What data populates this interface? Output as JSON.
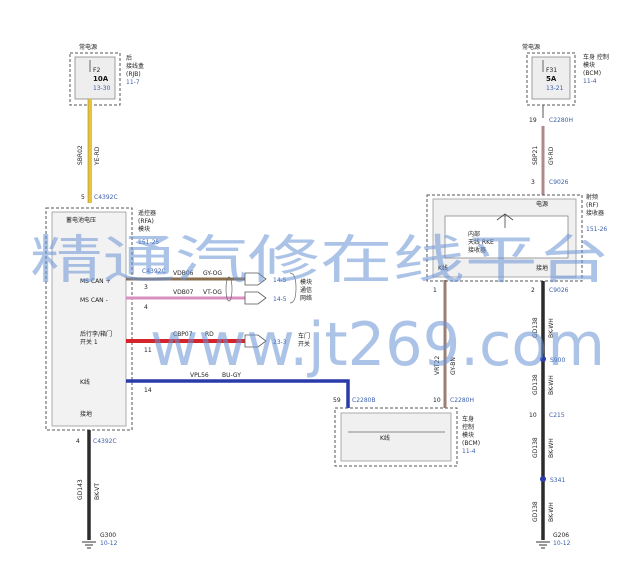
{
  "fuse_left": {
    "header": "常电源",
    "box_label_1": "后",
    "box_label_2": "接线盒",
    "box_label_3": "(RJB)",
    "box_ref": "11-7",
    "fuse_id": "F2",
    "rating": "10A",
    "ref": "13-30"
  },
  "fuse_right": {
    "header": "常电源",
    "box_label_1": "车身 控制",
    "box_label_2": "模块",
    "box_label_3": "(BCM)",
    "box_ref": "11-4",
    "fuse_id": "F31",
    "rating": "5A",
    "ref": "13-21"
  },
  "left_wire": {
    "code": "SBR02",
    "color": "YE-RD",
    "pin": "5",
    "connector": "C4392C"
  },
  "rfa_module": {
    "power_label": "蓄电池电压",
    "name_1": "遥控器",
    "name_2": "(RFA)",
    "name_3": "模块",
    "ref": "151-25",
    "pin_ms_can_plus": "MS CAN +",
    "pin_ms_can_minus": "MS CAN -",
    "pin_door_ajar": "后行李/箱门",
    "pin_door_ajar_2": "开关 1",
    "pin_k_line": "K线",
    "ground_label": "接地",
    "ground_pin": "4",
    "ground_connector": "C4392C"
  },
  "can_wires": {
    "connector": "C4392C",
    "pin_plus": "3",
    "pin_minus": "4",
    "plus_code": "VDB06",
    "plus_color": "GY-OG",
    "minus_code": "VDB07",
    "minus_color": "VT-OG",
    "plus_ref": "14-5",
    "minus_ref": "14-5",
    "network_label_1": "模块",
    "network_label_2": "通信",
    "network_label_3": "网络"
  },
  "door_wire": {
    "pin": "11",
    "code": "CBP07",
    "color": "RD",
    "ref": "23-3",
    "dest_1": "车门",
    "dest_2": "开关"
  },
  "k_wire": {
    "pin": "14",
    "code": "VPL56",
    "color": "BU-GY",
    "dest_pin": "59",
    "dest_connector": "C2280B"
  },
  "bcm_bottom": {
    "label": "K线",
    "name_1": "车身",
    "name_2": "控制",
    "name_3": "模块",
    "name_4": "(BCM)",
    "ref": "11-4",
    "pin_upper": "10",
    "pin_upper_connector": "C2280H"
  },
  "right_power_wire": {
    "pin": "19",
    "connector": "C2280H",
    "code": "SBP21",
    "color": "GY-RD",
    "dest_pin": "3",
    "dest_connector": "C9026"
  },
  "rf_receiver": {
    "power_label": "电源",
    "name_1": "射频",
    "name_2": "(RF)",
    "name_3": "接收器",
    "ref": "151-26",
    "inner_1": "内部",
    "inner_2": "天线 RKE",
    "inner_3": "接收器",
    "k_label": "K线",
    "ground_label": "接地",
    "pin_k": "1",
    "pin_ground": "2",
    "ground_connector": "C9026"
  },
  "bcm_link_wire": {
    "code": "VRT22",
    "color": "GY-BN"
  },
  "right_ground": {
    "code_1": "GD138",
    "color_1": "BK-WH",
    "splice_1": "S900",
    "code_2": "GD138",
    "color_2": "BK-WH",
    "pin": "10",
    "connector": "C215",
    "code_3": "GD138",
    "color_3": "BK-WH",
    "splice_2": "S341",
    "code_4": "GD138",
    "color_4": "BK-WH",
    "ground_id": "G206",
    "ground_ref": "10-12"
  },
  "left_ground": {
    "code": "GD143",
    "color": "BK-VT",
    "ground_id": "G300",
    "ground_ref": "10-12"
  },
  "watermark": {
    "line1": "精通汽修在线平台",
    "line2": "www.jt269.com"
  },
  "colors": {
    "ye_rd": "#e8c23a",
    "gy_og": "#8a6f4e",
    "vt_og": "#d98fc0",
    "rd": "#d3252b",
    "bu_gy": "#2a3aa8",
    "gy_rd": "#b08a8a",
    "gy_bn": "#9c7d72",
    "bk": "#2c2c2c",
    "watermark": "#6a93d6"
  }
}
